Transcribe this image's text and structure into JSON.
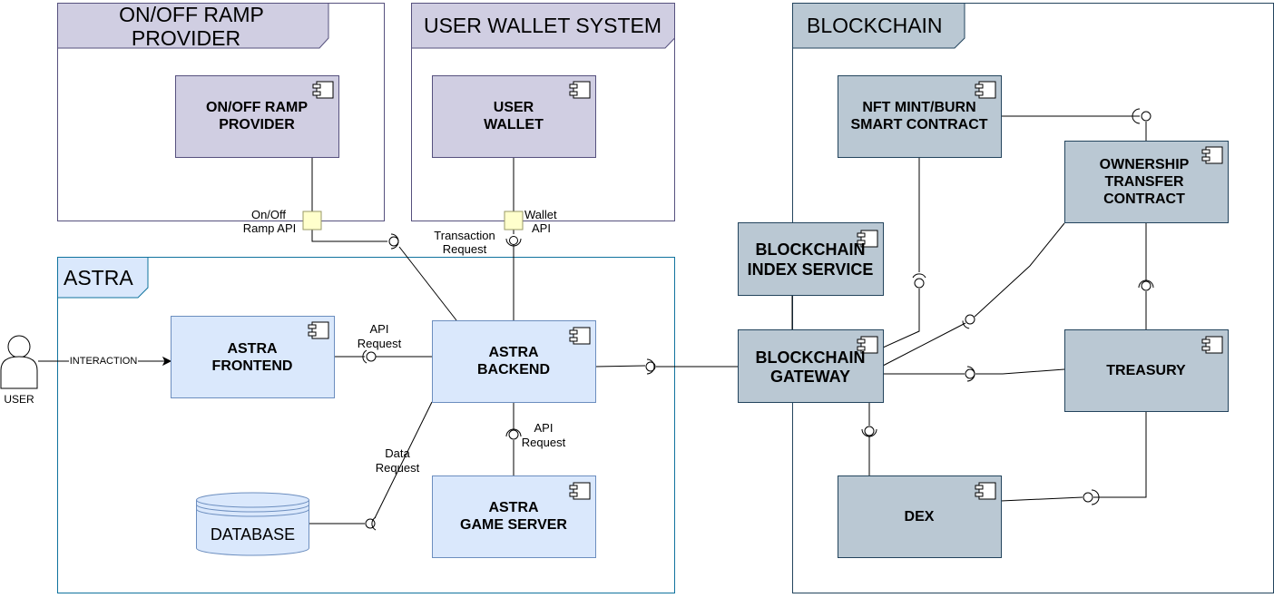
{
  "packages": {
    "ramp": {
      "title_line1": "ON/OFF RAMP",
      "title_line2": "PROVIDER",
      "fill": "#d0cee2",
      "stroke": "#56517e"
    },
    "wallet_system": {
      "title": "USER WALLET SYSTEM",
      "fill": "#d0cee2",
      "stroke": "#56517e"
    },
    "astra": {
      "title": "ASTRA",
      "fill": "#dae8fc",
      "stroke": "#10739e"
    },
    "blockchain": {
      "title": "BLOCKCHAIN",
      "fill": "#bac8d3",
      "stroke": "#23445d"
    }
  },
  "components": {
    "ramp_provider": {
      "line1": "ON/OFF RAMP",
      "line2": "PROVIDER"
    },
    "user_wallet": {
      "line1": "USER",
      "line2": "WALLET"
    },
    "astra_frontend": {
      "line1": "ASTRA",
      "line2": "FRONTEND"
    },
    "astra_backend": {
      "line1": "ASTRA",
      "line2": "BACKEND"
    },
    "database": {
      "label": "DATABASE"
    },
    "astra_game_server": {
      "line1": "ASTRA",
      "line2": "GAME SERVER"
    },
    "nft_contract": {
      "line1": "NFT MINT/BURN",
      "line2": "SMART CONTRACT"
    },
    "ownership_contract": {
      "line1": "OWNERSHIP",
      "line2": "TRANSFER",
      "line3": "CONTRACT"
    },
    "index_service": {
      "line1": "BLOCKCHAIN",
      "line2": "INDEX SERVICE"
    },
    "gateway": {
      "line1": "BLOCKCHAIN",
      "line2": "GATEWAY"
    },
    "treasury": {
      "label": "TREASURY"
    },
    "dex": {
      "label": "DEX"
    }
  },
  "actor": {
    "label": "USER"
  },
  "edge_labels": {
    "interaction": "INTERACTION",
    "ramp_api_1": "On/Off",
    "ramp_api_2": "Ramp API",
    "wallet_api_1": "Wallet",
    "wallet_api_2": "API",
    "tx_request_1": "Transaction",
    "tx_request_2": "Request",
    "api_request_1_1": "API",
    "api_request_1_2": "Request",
    "api_request_2_1": "API",
    "api_request_2_2": "Request",
    "data_request_1": "Data",
    "data_request_2": "Request"
  },
  "colors": {
    "purple_fill": "#d0cee2",
    "blue_fill": "#dae8fc",
    "gray_fill": "#bac8d3",
    "port_fill": "#ffffcc",
    "line": "#000000"
  }
}
